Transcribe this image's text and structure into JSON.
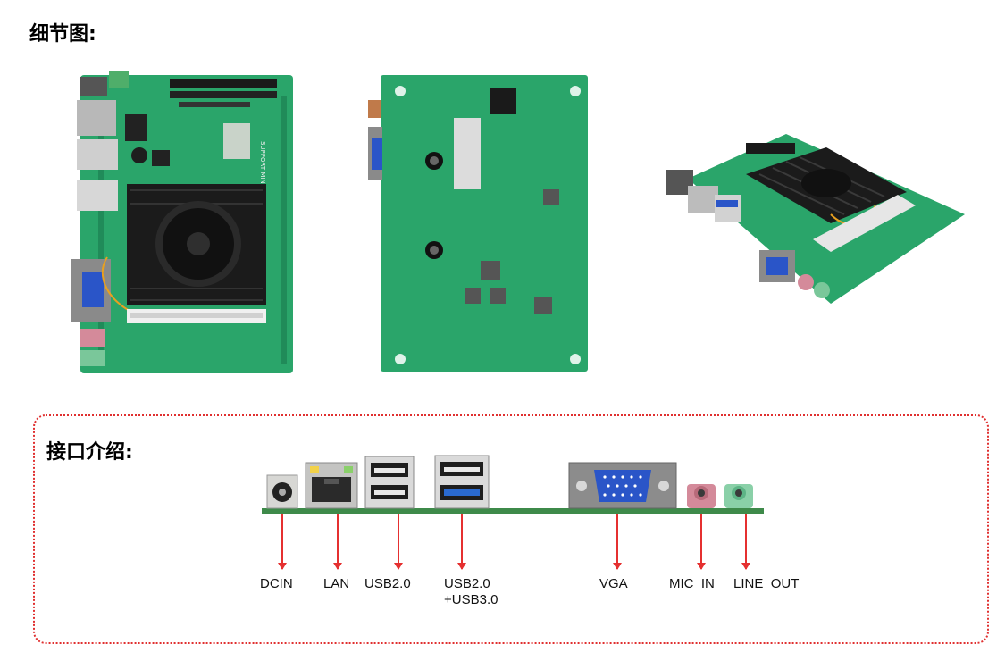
{
  "sections": {
    "detail_title": "细节图:",
    "interface_title": "接口介绍:"
  },
  "ports": [
    {
      "label": "DCIN"
    },
    {
      "label": "LAN"
    },
    {
      "label": "USB2.0"
    },
    {
      "label_line1": "USB2.0",
      "label_line2": "+USB3.0"
    },
    {
      "label": "VGA"
    },
    {
      "label": "MIC_IN"
    },
    {
      "label": "LINE_OUT"
    }
  ],
  "colors": {
    "pcb": "#2aa56a",
    "heatsink": "#1b1b1b",
    "arrow": "#e53030",
    "panel_border": "#e03030",
    "vga_blue": "#2a55c8"
  },
  "photo_labels": {
    "board_silkscreen": "SUPPORT MINI SATA"
  }
}
